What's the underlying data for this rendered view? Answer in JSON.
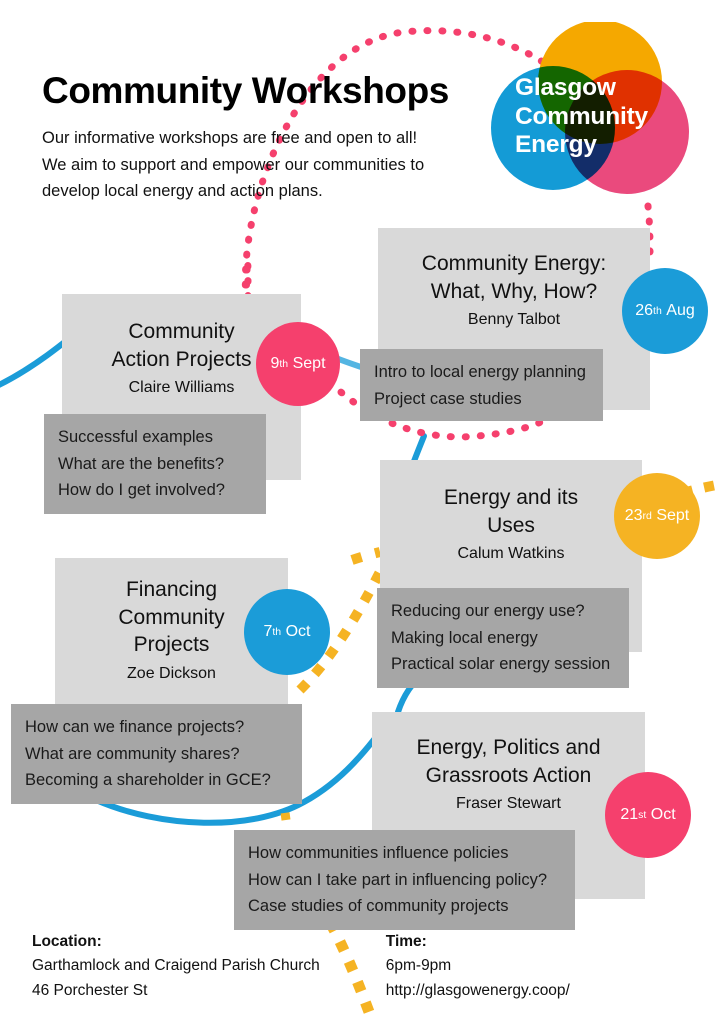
{
  "header": {
    "title": "Community Workshops",
    "intro_lines": [
      "Our informative workshops are free and open to all!",
      "We aim to support and empower our communities to",
      "develop local energy and action plans."
    ]
  },
  "logo": {
    "name": "glasgow-community-energy-logo",
    "line1": "Glasgow",
    "line2": "Community",
    "line3": "Energy",
    "circle_colors": {
      "top": "#F5A800",
      "left": "#0093D3",
      "right": "#E8366F"
    }
  },
  "workshops": [
    {
      "title_lines": [
        "Community Energy:",
        "What, Why, How?"
      ],
      "presenter": "Benny Talbot",
      "points": [
        "Intro to local energy planning",
        "Project case studies"
      ],
      "date": "26",
      "date_suffix": "th",
      "date_month": "Aug",
      "badge_color": "#1b9cd8"
    },
    {
      "title_lines": [
        "Community",
        "Action Projects"
      ],
      "presenter": "Claire Williams",
      "points": [
        "Successful examples",
        "What are the benefits?",
        "How do I get involved?"
      ],
      "date": "9",
      "date_suffix": "th",
      "date_month": "Sept",
      "badge_color": "#f5406d"
    },
    {
      "title_lines": [
        "Energy and its",
        "Uses"
      ],
      "presenter": "Calum Watkins",
      "points": [
        "Reducing our energy use?",
        "Making local energy",
        "Practical solar energy session"
      ],
      "date": "23",
      "date_suffix": "rd",
      "date_month": "Sept",
      "badge_color": "#f5b323"
    },
    {
      "title_lines": [
        "Financing",
        "Community",
        "Projects"
      ],
      "presenter": "Zoe Dickson",
      "points": [
        "How can we finance projects?",
        "What are community shares?",
        "Becoming a shareholder in GCE?"
      ],
      "date": "7",
      "date_suffix": "th",
      "date_month": "Oct",
      "badge_color": "#1b9cd8"
    },
    {
      "title_lines": [
        "Energy, Politics and",
        "Grassroots Action"
      ],
      "presenter": "Fraser Stewart",
      "points": [
        "How communities influence policies",
        "How can I take part in influencing policy?",
        "Case studies of community projects"
      ],
      "date": "21",
      "date_suffix": "st",
      "date_month": "Oct",
      "badge_color": "#f5406d"
    }
  ],
  "footer": {
    "location_label": "Location:",
    "location_lines": [
      "Garthamlock and Craigend Parish Church",
      "46 Porchester St"
    ],
    "time_label": "Time:",
    "time_lines": [
      "6pm-9pm",
      "http://glasgowenergy.coop/"
    ]
  },
  "colors": {
    "card_bg": "#d9d9d9",
    "points_bg": "#a6a6a6",
    "pink": "#f5406d",
    "blue": "#1b9cd8",
    "orange": "#f5b323"
  }
}
